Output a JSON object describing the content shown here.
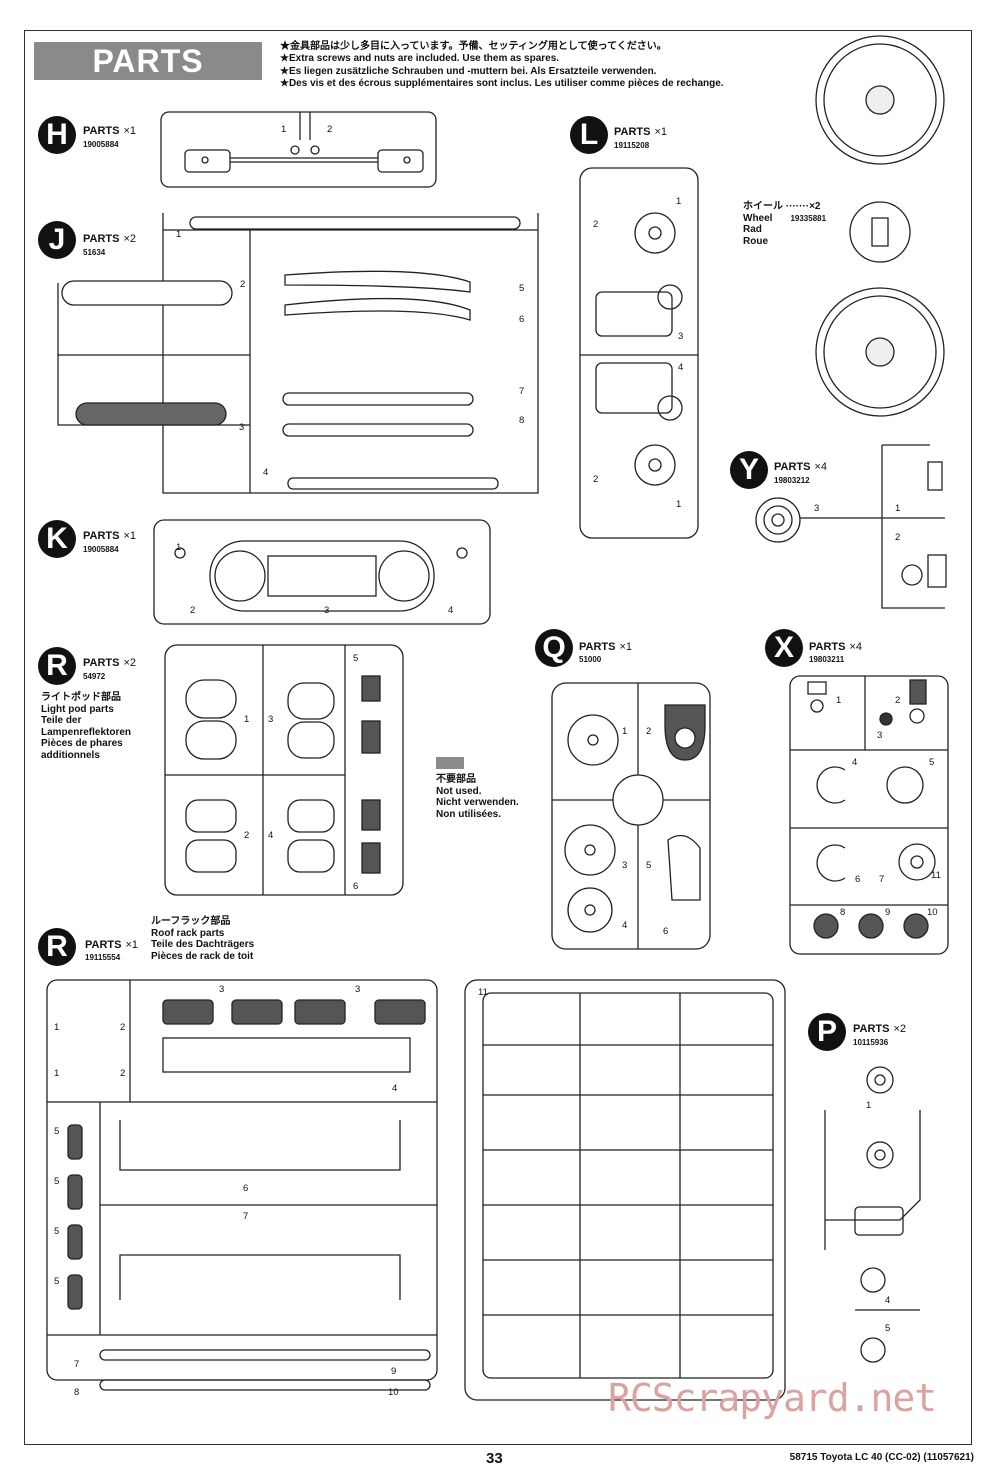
{
  "header": {
    "title": "PARTS",
    "notes": [
      "★金具部品は少し多目に入っています。予備、セッティング用として使ってください。",
      "★Extra screws and nuts are included. Use them as spares.",
      "★Es liegen zusätzliche Schrauben und -muttern bei. Als Ersatzteile verwenden.",
      "★Des vis et des écrous supplémentaires sont inclus. Les utiliser comme pièces de rechange."
    ]
  },
  "parts": {
    "H": {
      "letter": "H",
      "label": "PARTS",
      "qty": "×1",
      "code": "19005884"
    },
    "J": {
      "letter": "J",
      "label": "PARTS",
      "qty": "×2",
      "code": "51634"
    },
    "K": {
      "letter": "K",
      "label": "PARTS",
      "qty": "×1",
      "code": "19005884"
    },
    "L": {
      "letter": "L",
      "label": "PARTS",
      "qty": "×1",
      "code": "19115208"
    },
    "Y": {
      "letter": "Y",
      "label": "PARTS",
      "qty": "×4",
      "code": "19803212"
    },
    "R1": {
      "letter": "R",
      "label": "PARTS",
      "qty": "×2",
      "code": "54972",
      "desc": [
        "ライトポッド部品",
        "Light pod parts",
        "Teile der",
        "Lampenreflektoren",
        "Pièces de phares",
        "additionnels"
      ]
    },
    "Q": {
      "letter": "Q",
      "label": "PARTS",
      "qty": "×1",
      "code": "51000"
    },
    "X": {
      "letter": "X",
      "label": "PARTS",
      "qty": "×4",
      "code": "19803211"
    },
    "R2": {
      "letter": "R",
      "label": "PARTS",
      "qty": "×1",
      "code": "19115554",
      "desc": [
        "ルーフラック部品",
        "Roof rack parts",
        "Teile des Dachträgers",
        "Pièces de rack de toit"
      ]
    },
    "P": {
      "letter": "P",
      "label": "PARTS",
      "qty": "×2",
      "code": "10115936"
    }
  },
  "wheel": {
    "jp": "ホイール ·······×2",
    "en": "Wheel",
    "code": "19335881",
    "es": "Rad",
    "fr": "Roue"
  },
  "not_used": [
    "不要部品",
    "Not used.",
    "Nicht verwenden.",
    "Non utilisées."
  ],
  "page_number": "33",
  "footer": "58715 Toyota LC 40 (CC-02) (11057621)",
  "watermark": "RCScrapyard.net"
}
